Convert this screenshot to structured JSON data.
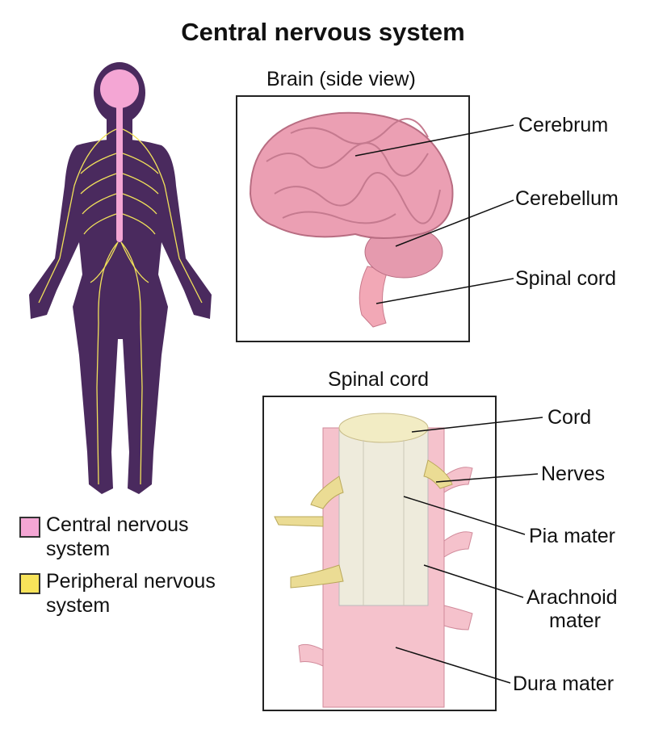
{
  "title": "Central nervous system",
  "brain_panel": {
    "title": "Brain (side view)",
    "labels": [
      "Cerebrum",
      "Cerebellum",
      "Spinal cord"
    ]
  },
  "spine_panel": {
    "title": "Spinal cord",
    "labels": [
      "Cord",
      "Nerves",
      "Pia mater",
      "Arachnoid",
      "mater",
      "Dura mater"
    ]
  },
  "legend": [
    {
      "line1": "Central nervous",
      "line2": "system",
      "color": "#f4a6d4"
    },
    {
      "line1": "Peripheral nervous",
      "line2": "system",
      "color": "#f7e35a"
    }
  ],
  "colors": {
    "body": "#4a2a5e",
    "brain": "#eb9fb3",
    "cord": "#ece8d8",
    "dura": "#f5c2cc",
    "nerve": "#f1e15a"
  }
}
